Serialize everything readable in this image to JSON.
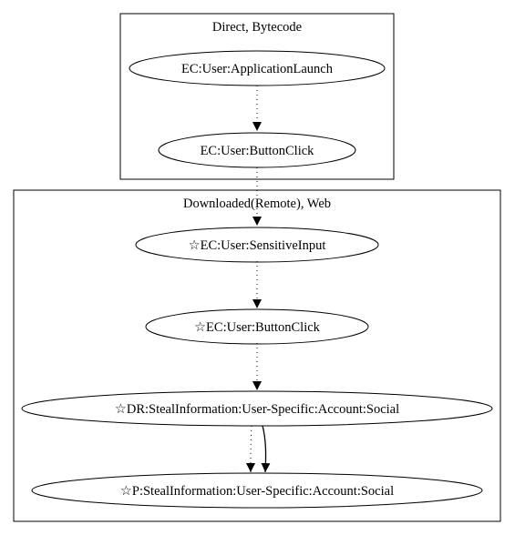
{
  "colors": {
    "stroke": "#000000",
    "background": "#ffffff"
  },
  "clusters": [
    {
      "id": "direct",
      "label": "Direct, Bytecode"
    },
    {
      "id": "remote",
      "label": "Downloaded(Remote), Web"
    }
  ],
  "nodes": [
    {
      "id": "n1",
      "cluster": "direct",
      "label": "EC:User:ApplicationLaunch"
    },
    {
      "id": "n2",
      "cluster": "direct",
      "label": "EC:User:ButtonClick"
    },
    {
      "id": "n3",
      "cluster": "remote",
      "label": "☆EC:User:SensitiveInput"
    },
    {
      "id": "n4",
      "cluster": "remote",
      "label": "☆EC:User:ButtonClick"
    },
    {
      "id": "n5",
      "cluster": "remote",
      "label": "☆DR:StealInformation:User-Specific:Account:Social"
    },
    {
      "id": "n6",
      "cluster": "remote",
      "label": "☆P:StealInformation:User-Specific:Account:Social"
    }
  ],
  "edges": [
    {
      "from": "n1",
      "to": "n2",
      "style": "dotted"
    },
    {
      "from": "n2",
      "to": "n3",
      "style": "dotted"
    },
    {
      "from": "n3",
      "to": "n4",
      "style": "dotted"
    },
    {
      "from": "n4",
      "to": "n5",
      "style": "dotted"
    },
    {
      "from": "n5",
      "to": "n6",
      "style": "dotted"
    },
    {
      "from": "n5",
      "to": "n6",
      "style": "solid"
    }
  ]
}
